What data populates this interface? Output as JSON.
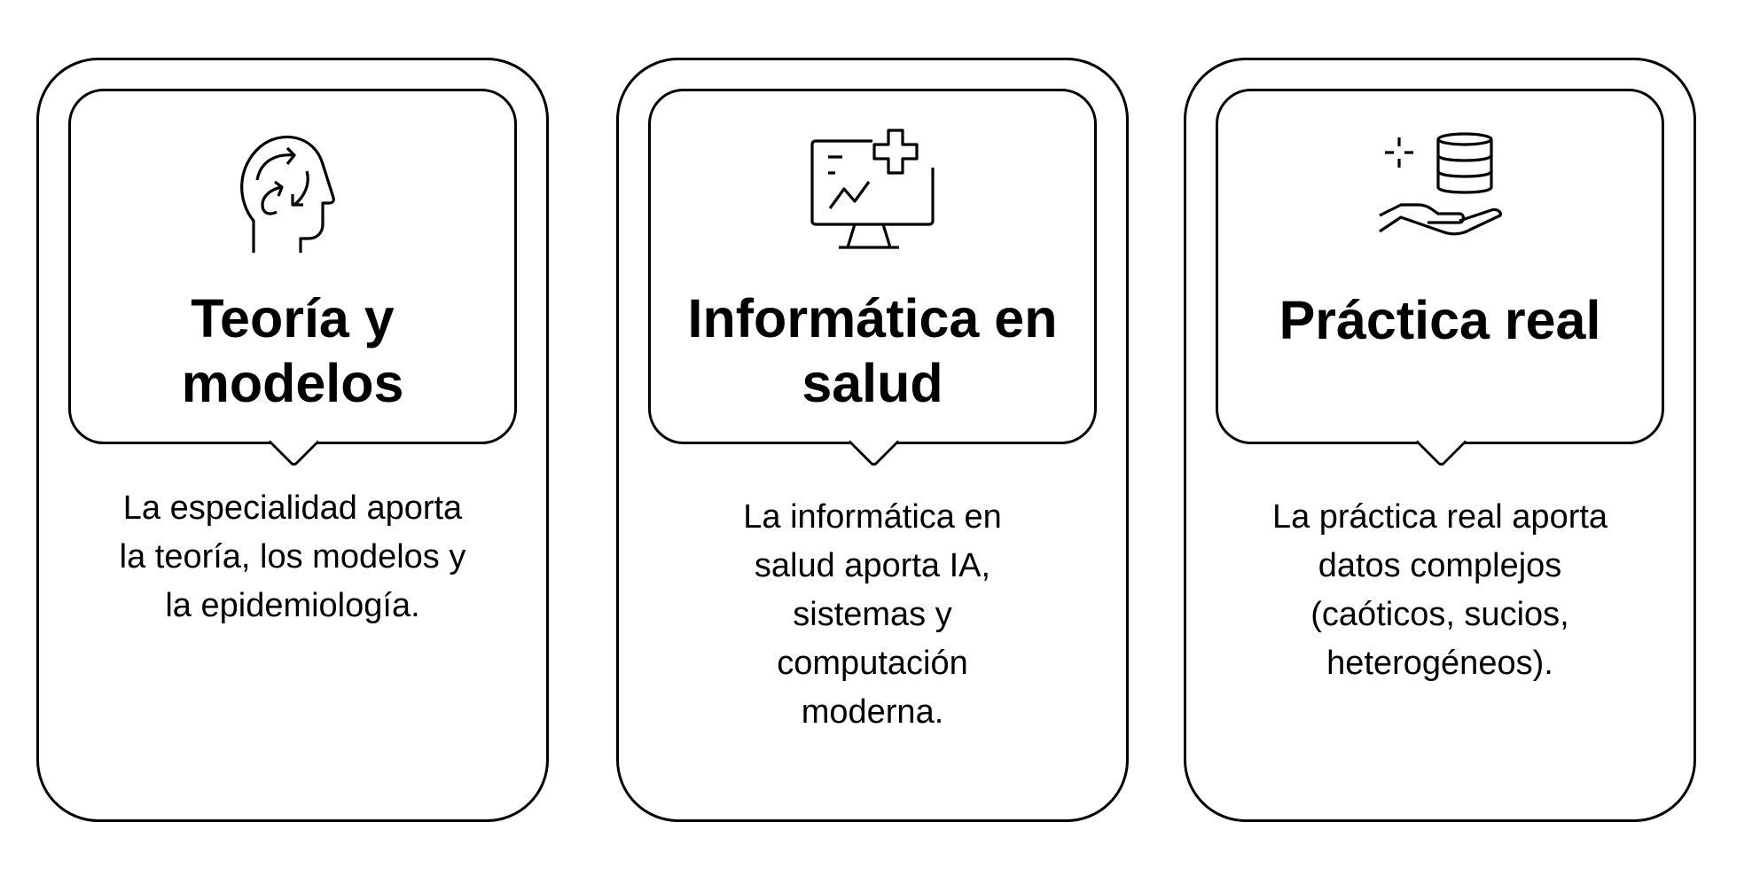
{
  "cards": [
    {
      "title": "Teoría y modelos",
      "icon": "head-cycle-icon",
      "body": "La especialidad aporta la teoría, los modelos y la epidemiología."
    },
    {
      "title": "Informática en salud",
      "icon": "medical-monitor-icon",
      "body": "La informática en salud aporta IA, sistemas y computación moderna."
    },
    {
      "title": "Práctica real",
      "icon": "hand-database-icon",
      "body": "La práctica real aporta datos complejos (caóticos, sucios, heterogéneos)."
    }
  ]
}
